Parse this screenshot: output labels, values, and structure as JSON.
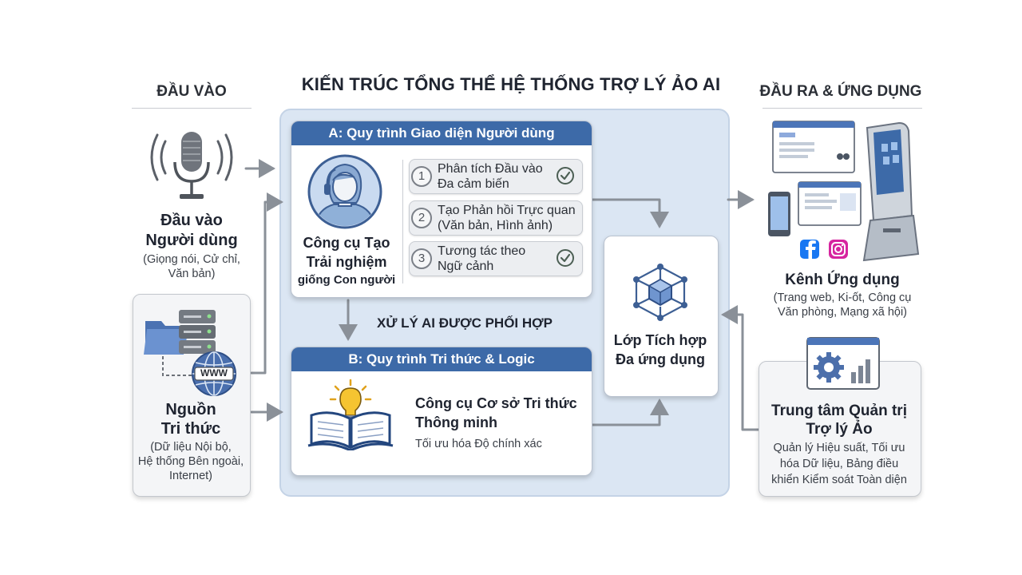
{
  "title": "KIẾN TRÚC TỔNG THỂ HỆ THỐNG TRỢ LÝ ẢO AI",
  "input": {
    "heading": "ĐẦU VÀO",
    "user_input": {
      "title_line1": "Đầu vào",
      "title_line2": "Người dùng",
      "desc_line1": "(Giọng nói, Cử chỉ,",
      "desc_line2": "Văn bản)"
    },
    "knowledge_source": {
      "www_label": "WWW",
      "title_line1": "Nguồn",
      "title_line2": "Tri thức",
      "desc_line1": "(Dữ liệu Nội bộ,",
      "desc_line2": "Hệ thống Bên ngoài,",
      "desc_line3": "Internet)"
    }
  },
  "process_a": {
    "header": "A: Quy trình Giao diện Người dùng",
    "tool_line1": "Công cụ Tạo",
    "tool_line2": "Trải nghiệm",
    "tool_line3": "giống Con người",
    "steps": [
      {
        "num": "1",
        "line1": "Phân tích Đầu vào",
        "line2": "Đa cảm biến"
      },
      {
        "num": "2",
        "line1": "Tạo Phản hồi Trực quan",
        "line2": "(Văn bản, Hình ảnh)"
      },
      {
        "num": "3",
        "line1": "Tương tác theo",
        "line2": "Ngữ cảnh"
      }
    ]
  },
  "coordinated_label": "XỬ LÝ AI ĐƯỢC PHỐI HỢP",
  "process_b": {
    "header": "B: Quy trình Tri thức & Logic",
    "tool_line1": "Công cụ Cơ sở Tri thức",
    "tool_line2": "Thông minh",
    "desc": "Tối ưu hóa Độ chính xác"
  },
  "integration": {
    "line1": "Lớp Tích hợp",
    "line2": "Đa ứng dụng"
  },
  "output": {
    "heading": "ĐẦU RA & ỨNG DỤNG",
    "channels": {
      "title": "Kênh Ứng dụng",
      "desc_line1": "(Trang web, Ki-ốt, Công cụ",
      "desc_line2": "Văn phòng, Mạng xã hội)"
    },
    "admin": {
      "title_line1": "Trung tâm Quản trị",
      "title_line2": "Trợ lý Ảo",
      "desc_line1": "Quản lý Hiệu suất, Tối ưu",
      "desc_line2": "hóa Dữ liệu, Bảng điều",
      "desc_line3": "khiển Kiểm soát Toàn diện"
    }
  },
  "colors": {
    "accent_blue": "#3d6aa8",
    "panel_bg": "#dbe6f3",
    "arrow": "#8a9098",
    "facebook": "#1877f2",
    "instagram": "#d6249f"
  }
}
